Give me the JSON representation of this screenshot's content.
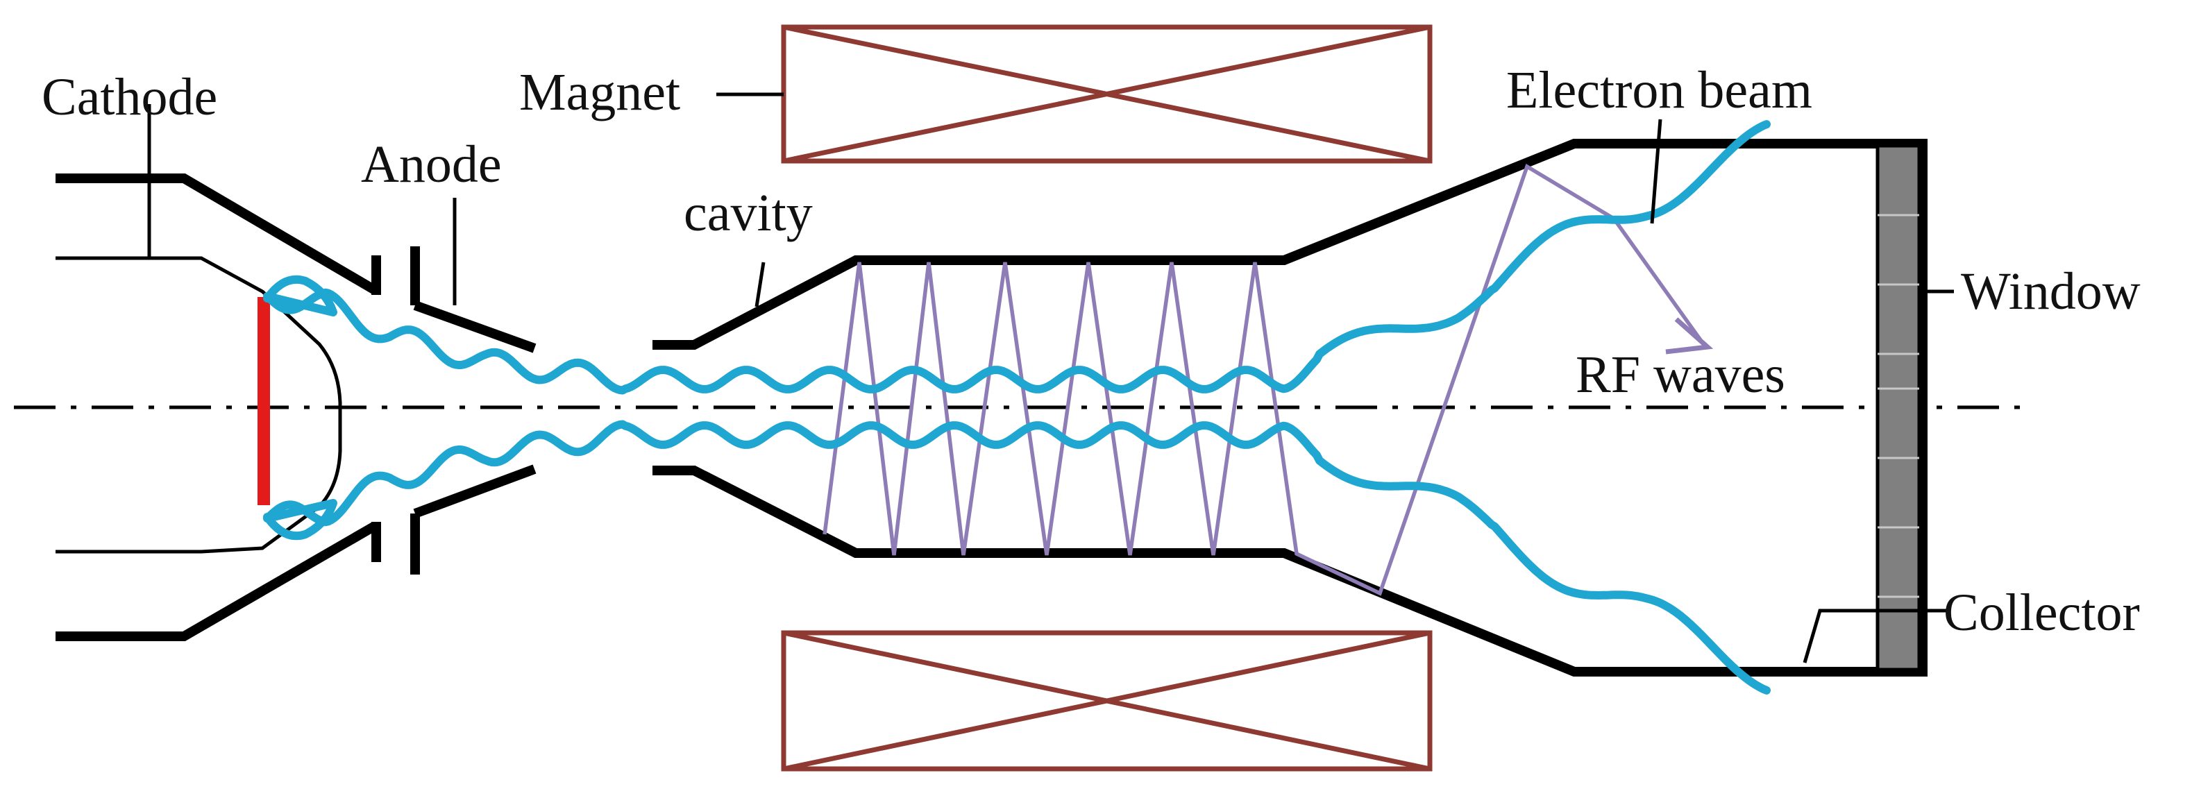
{
  "labels": {
    "cathode": "Cathode",
    "anode": "Anode",
    "magnet": "Magnet",
    "cavity": "cavity",
    "electron_beam": "Electron beam",
    "window": "Window",
    "rf_waves": "RF waves",
    "collector": "Collector"
  },
  "colors": {
    "wall": "#000000",
    "beam": "#1fa6d1",
    "rf_waves": "#8e7cb6",
    "magnet": "#8e3a32",
    "cathode_emitter": "#e31b1b",
    "window": "#808080",
    "axis": "#000000"
  }
}
